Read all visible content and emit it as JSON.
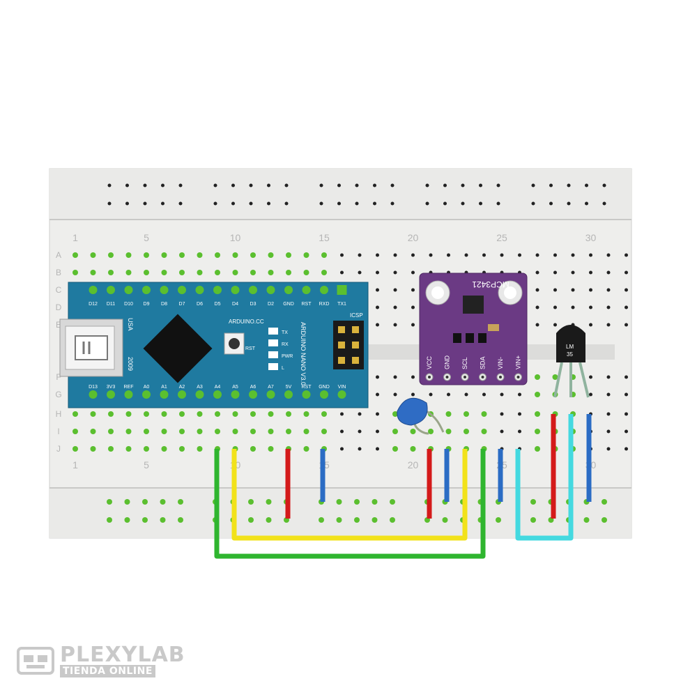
{
  "breadboard": {
    "column_numbers": [
      "1",
      "5",
      "10",
      "15",
      "20",
      "25",
      "30"
    ],
    "row_letters": [
      "A",
      "B",
      "C",
      "D",
      "E",
      "F",
      "G",
      "H",
      "I",
      "J"
    ]
  },
  "arduino": {
    "top_pins": [
      "D12",
      "D11",
      "D10",
      "D9",
      "D8",
      "D7",
      "D6",
      "D5",
      "D4",
      "D3",
      "D2",
      "GND",
      "RST",
      "RXD",
      "TX1"
    ],
    "bottom_pins": [
      "D13",
      "3V3",
      "REF",
      "A0",
      "A1",
      "A2",
      "A3",
      "A4",
      "A5",
      "A6",
      "A7",
      "5V",
      "RST",
      "GND",
      "VIN"
    ],
    "brand": "ARDUINO.CC",
    "model": "ARDUINO NANO V3.0",
    "usa": "USA",
    "year": "2009",
    "icsp": "ICSP",
    "led_labels": [
      "TX",
      "RX",
      "PWR",
      "L"
    ],
    "rst_label": "RST"
  },
  "adc_module": {
    "title": "MCP3421",
    "pins": [
      "VCC",
      "GND",
      "SCL",
      "SDA",
      "VIN-",
      "VIN+"
    ]
  },
  "sensor": {
    "label_line1": "LM",
    "label_line2": "35"
  },
  "watermark": {
    "brand": "PLEXYLAB",
    "subtitle": "TIENDA ONLINE"
  },
  "colors": {
    "board": "#eeeeec",
    "arduino": "#1f7aa0",
    "module": "#6b3a84",
    "active_hole": "#5bbf2f",
    "wire_red": "#d41a1a",
    "wire_blue": "#2b6cc4",
    "wire_yellow": "#f2e21a",
    "wire_green": "#2fb52f",
    "wire_cyan": "#44d9e0"
  }
}
